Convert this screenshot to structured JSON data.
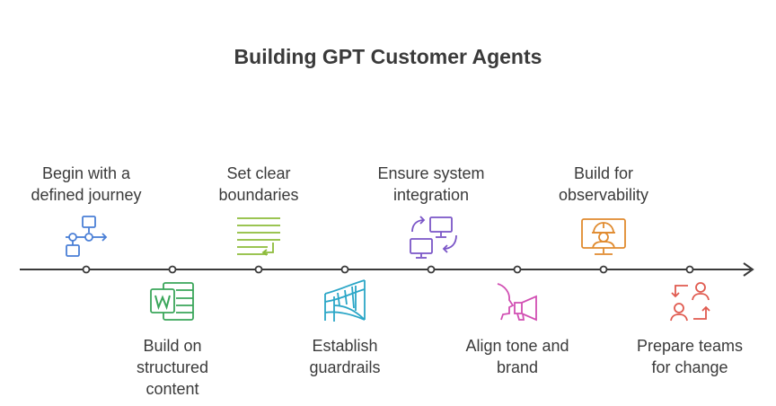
{
  "title": "Building GPT Customer Agents",
  "steps": [
    {
      "label_lines": [
        "Begin with a",
        "defined journey"
      ],
      "icon": "flowchart-icon",
      "color": "#4a7fd6"
    },
    {
      "label_lines": [
        "Build on",
        "structured",
        "content"
      ],
      "icon": "word-document-icon",
      "color": "#3aa65a"
    },
    {
      "label_lines": [
        "Set clear",
        "boundaries"
      ],
      "icon": "text-wrap-icon",
      "color": "#8dbb3a"
    },
    {
      "label_lines": [
        "Establish",
        "guardrails"
      ],
      "icon": "guardrail-icon",
      "color": "#2aa6c7"
    },
    {
      "label_lines": [
        "Ensure system",
        "integration"
      ],
      "icon": "monitor-sync-icon",
      "color": "#7a55c7"
    },
    {
      "label_lines": [
        "Align tone and",
        "brand"
      ],
      "icon": "megaphone-icon",
      "color": "#d14fb3"
    },
    {
      "label_lines": [
        "Build for",
        "observability"
      ],
      "icon": "monitoring-engineer-icon",
      "color": "#e08a2e"
    },
    {
      "label_lines": [
        "Prepare teams",
        "for change"
      ],
      "icon": "team-exchange-icon",
      "color": "#e05a4f"
    }
  ]
}
